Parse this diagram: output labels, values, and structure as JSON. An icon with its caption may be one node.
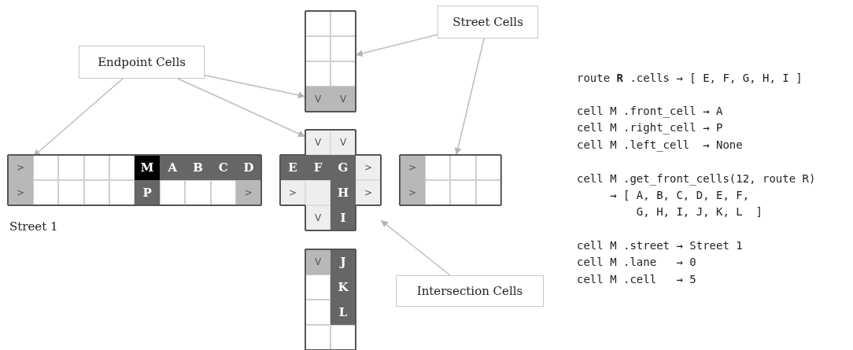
{
  "diagram": {
    "nodes": [
      {
        "text": [
          "Endpoint Cells"
        ]
      },
      {
        "text": [
          "Street Cells"
        ]
      },
      {
        "text": [
          "Intersection Cells"
        ]
      },
      {
        "text": [],
        "shape": "box",
        "beside": [
          "Street 1"
        ]
      },
      {
        "text": [
          ">"
        ],
        "in": 3
      },
      {
        "text": [],
        "shape": "box",
        "in": 3
      },
      {
        "text": [],
        "shape": "box",
        "in": 3
      },
      {
        "text": [],
        "shape": "box",
        "in": 3
      },
      {
        "text": [],
        "shape": "box",
        "in": 3
      },
      {
        "text": [
          "M"
        ],
        "in": 3
      },
      {
        "text": [
          "A"
        ],
        "in": 3
      },
      {
        "text": [
          "B"
        ],
        "in": 3
      },
      {
        "text": [
          "C"
        ],
        "in": 3
      },
      {
        "text": [
          "D"
        ],
        "in": 3
      },
      {
        "text": [
          ">"
        ],
        "in": 3
      },
      {
        "text": [],
        "shape": "box",
        "in": 3
      },
      {
        "text": [],
        "shape": "box",
        "in": 3
      },
      {
        "text": [],
        "shape": "box",
        "in": 3
      },
      {
        "text": [],
        "shape": "box",
        "in": 3
      },
      {
        "text": [
          "P"
        ],
        "in": 3
      },
      {
        "text": [],
        "shape": "box",
        "in": 3
      },
      {
        "text": [],
        "shape": "box",
        "in": 3
      },
      {
        "text": [],
        "shape": "box",
        "in": 3
      },
      {
        "text": [
          ">"
        ],
        "in": 3
      },
      {
        "text": [],
        "shape": "box"
      },
      {
        "text": [],
        "shape": "box",
        "in": 24
      },
      {
        "text": [],
        "shape": "box",
        "in": 24
      },
      {
        "text": [],
        "shape": "box",
        "in": 24
      },
      {
        "text": [],
        "shape": "box",
        "in": 24
      },
      {
        "text": [],
        "shape": "box",
        "in": 24
      },
      {
        "text": [],
        "shape": "box",
        "in": 24
      },
      {
        "text": [
          "V"
        ],
        "in": 24
      },
      {
        "text": [
          "V"
        ],
        "in": 24
      },
      {
        "text": [],
        "shape": "box"
      },
      {
        "text": [
          "V"
        ],
        "in": 33
      },
      {
        "text": [
          "V"
        ],
        "in": 33
      },
      {
        "text": [
          "E"
        ],
        "in": 33
      },
      {
        "text": [
          "F"
        ],
        "in": 33
      },
      {
        "text": [
          "G"
        ],
        "in": 33
      },
      {
        "text": [
          ">"
        ],
        "in": 33
      },
      {
        "text": [
          ">"
        ],
        "in": 33
      },
      {
        "text": [],
        "shape": "box",
        "in": 33
      },
      {
        "text": [
          "H"
        ],
        "in": 33
      },
      {
        "text": [
          ">"
        ],
        "in": 33
      },
      {
        "text": [
          "V"
        ],
        "in": 33
      },
      {
        "text": [
          "I"
        ],
        "in": 33
      },
      {
        "text": [],
        "shape": "box"
      },
      {
        "text": [
          ">"
        ],
        "in": 46
      },
      {
        "text": [],
        "shape": "box",
        "in": 46
      },
      {
        "text": [],
        "shape": "box",
        "in": 46
      },
      {
        "text": [],
        "shape": "box",
        "in": 46
      },
      {
        "text": [
          ">"
        ],
        "in": 46
      },
      {
        "text": [],
        "shape": "box",
        "in": 46
      },
      {
        "text": [],
        "shape": "box",
        "in": 46
      },
      {
        "text": [],
        "shape": "box",
        "in": 46
      },
      {
        "text": [],
        "shape": "box"
      },
      {
        "text": [
          "V"
        ],
        "in": 55
      },
      {
        "text": [
          "J"
        ],
        "in": 55
      },
      {
        "text": [],
        "shape": "box",
        "in": 55
      },
      {
        "text": [
          "K"
        ],
        "in": 55
      },
      {
        "text": [],
        "shape": "box",
        "in": 55
      },
      {
        "text": [
          "L"
        ],
        "in": 55
      },
      {
        "text": [],
        "shape": "box",
        "in": 55
      },
      {
        "text": [],
        "shape": "box",
        "in": 55
      }
    ],
    "edges": [
      {
        "from": 0,
        "to": 4,
        "arrow": "to"
      },
      {
        "from": 0,
        "to": 31,
        "arrow": "to"
      },
      {
        "from": 0,
        "to": 34,
        "arrow": "to"
      },
      {
        "from": 1,
        "to": 24,
        "arrow": "to"
      },
      {
        "from": 1,
        "to": 46,
        "arrow": "to"
      },
      {
        "from": 2,
        "to": 33,
        "arrow": "to"
      }
    ],
    "labels": [
      "route **R** .cells → [ E, F, G, H, I ]",
      "cell M .front_cell → A",
      "cell M .right_cell → P",
      "cell M .left_cell  → None",
      "cell M .get_front_cells(12, route R)",
      "     → [ A, B, C, D, E, F,",
      "         G, H, I, J, K, L  ]",
      "cell M .street → Street 1",
      "cell M .lane   → 0",
      "cell M .cell   → 5"
    ]
  }
}
